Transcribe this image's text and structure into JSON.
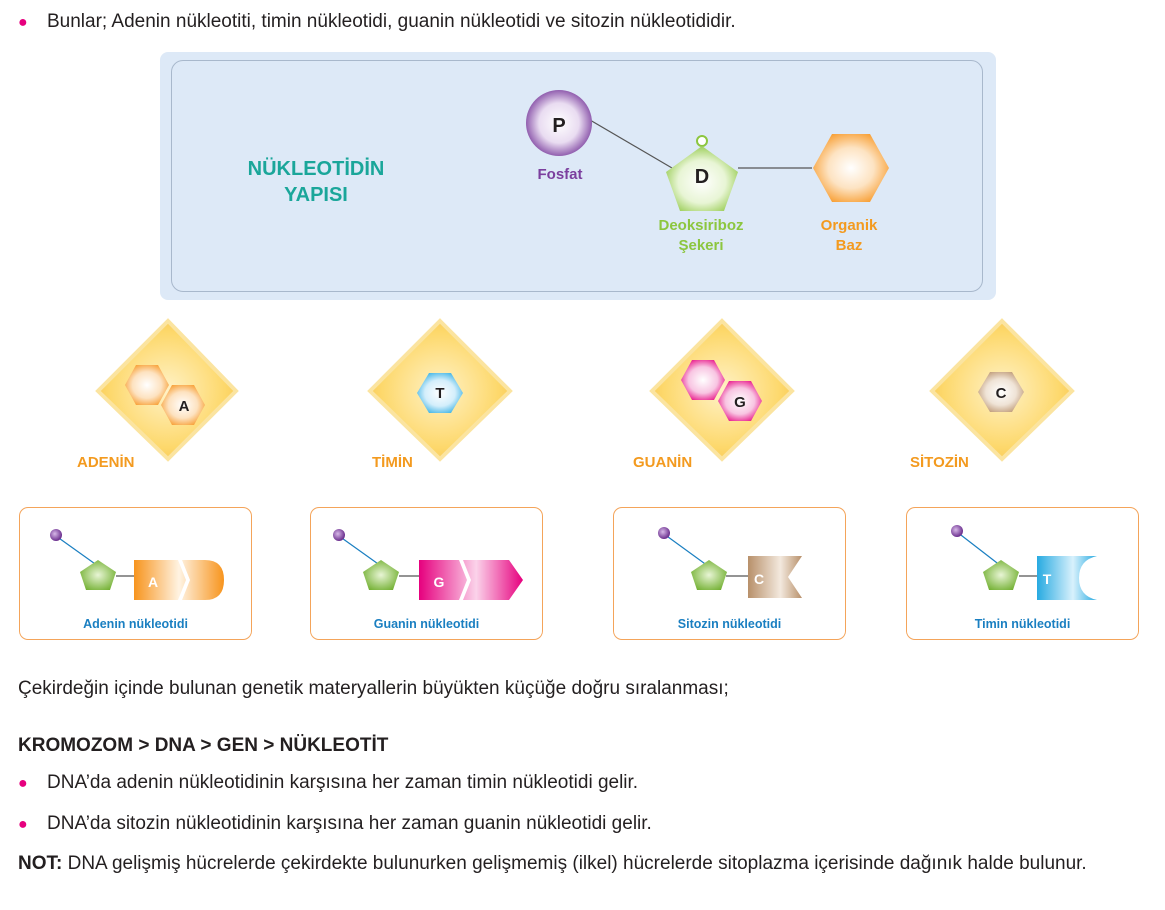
{
  "intro": {
    "bullet": "Bunlar; Adenin nükleotiti, timin nükleotidi, guanin nükleotidi ve sitozin nükleotididir."
  },
  "structure": {
    "title_line1": "NÜKLEOTİDİN",
    "title_line2": "YAPISI",
    "phosphate_symbol": "P",
    "phosphate_label": "Fosfat",
    "sugar_symbol": "D",
    "sugar_label_line1": "Deoksiriboz",
    "sugar_label_line2": "Şekeri",
    "base_label_line1": "Organik",
    "base_label_line2": "Baz"
  },
  "bases": [
    {
      "name": "ADENİN",
      "symbol": "A"
    },
    {
      "name": "TİMİN",
      "symbol": "T"
    },
    {
      "name": "GUANİN",
      "symbol": "G"
    },
    {
      "name": "SİTOZİN",
      "symbol": "C"
    }
  ],
  "nucleotides": [
    {
      "symbol": "A",
      "caption": "Adenin nükleotidi"
    },
    {
      "symbol": "G",
      "caption": "Guanin nükleotidi"
    },
    {
      "symbol": "C",
      "caption": "Sitozin nükleotidi"
    },
    {
      "symbol": "T",
      "caption": "Timin nükleotidi"
    }
  ],
  "body": {
    "ordering_intro": "Çekirdeğin içinde bulunan genetik materyallerin büyükten küçüğe doğru sıralanması;",
    "ordering": "KROMOZOM > DNA > GEN > NÜKLEOTİT",
    "bullet1": "DNA’da adenin nükleotidinin karşısına her zaman timin nükleotidi gelir.",
    "bullet2": "DNA’da sitozin nükleotidinin karşısına her zaman guanin nükleotidi gelir.",
    "note_label": "NOT:",
    "note_text": " DNA gelişmiş hücrelerde çekirdekte bulunurken gelişmemiş (ilkel) hücrelerde sitoplazma içerisinde dağınık halde bulunur."
  },
  "colors": {
    "bullet": "#e6007e",
    "title_teal": "#1aa69a",
    "phosphate": "#7b3f9e",
    "sugar": "#8cc63f",
    "base_orange": "#f39a1f",
    "caption_blue": "#1a7fc1",
    "adenine": "#f7941d",
    "guanine": "#e6007e",
    "cytosine": "#b8906a",
    "thymine": "#27aae1"
  }
}
